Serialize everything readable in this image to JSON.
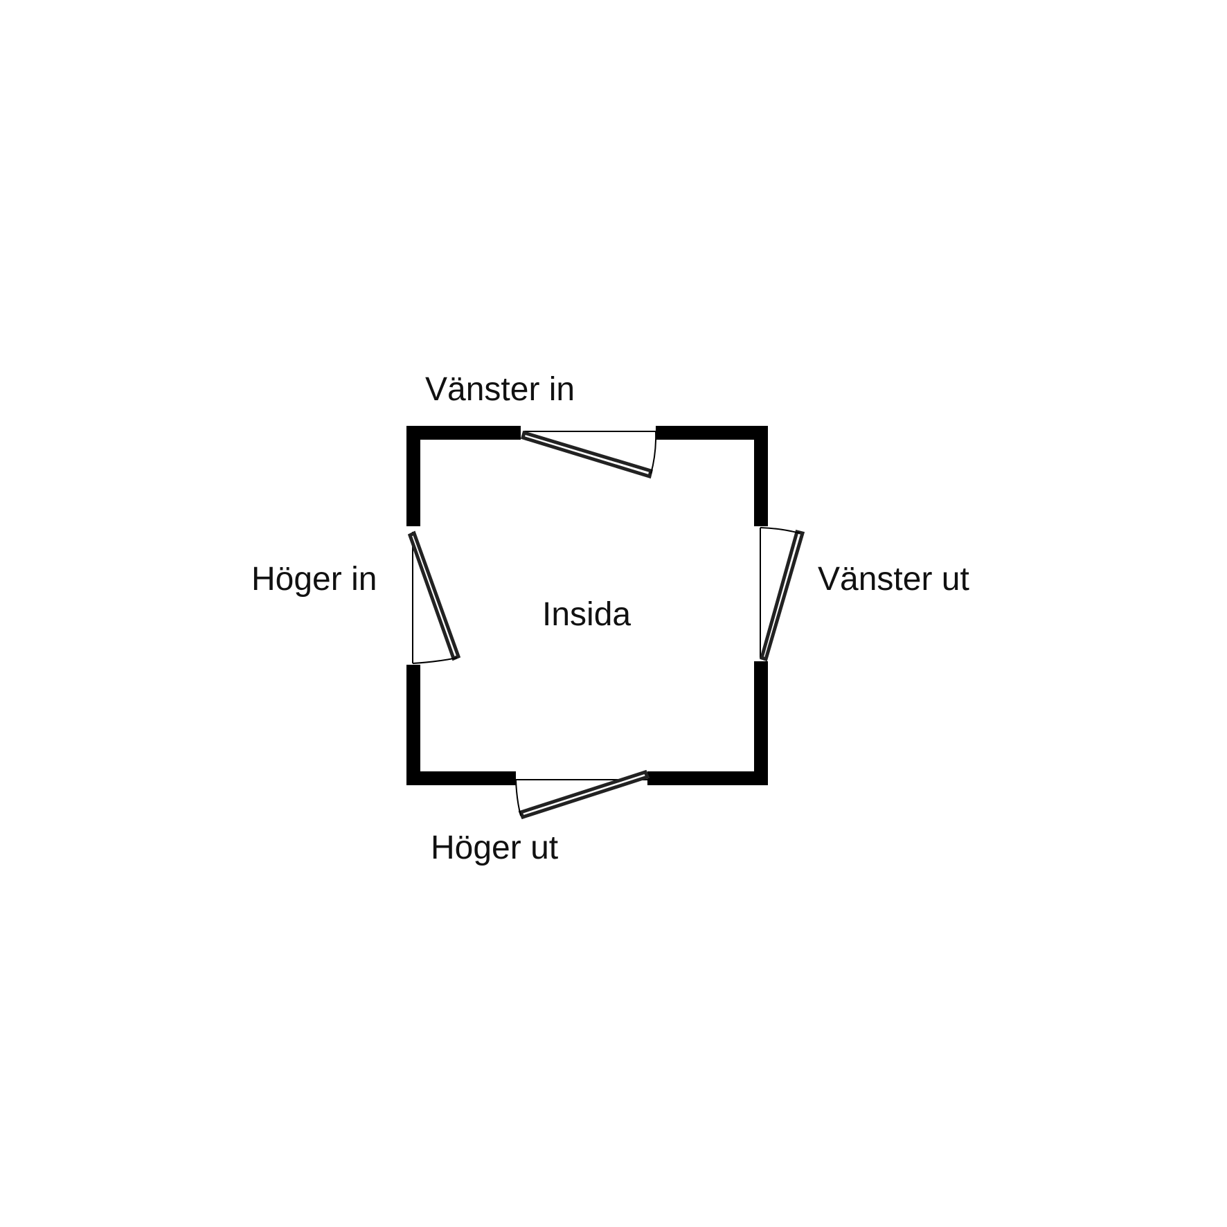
{
  "labels": {
    "top": "Vänster in",
    "left": "Höger in",
    "right": "Vänster ut",
    "bottom": "Höger ut",
    "center": "Insida"
  }
}
